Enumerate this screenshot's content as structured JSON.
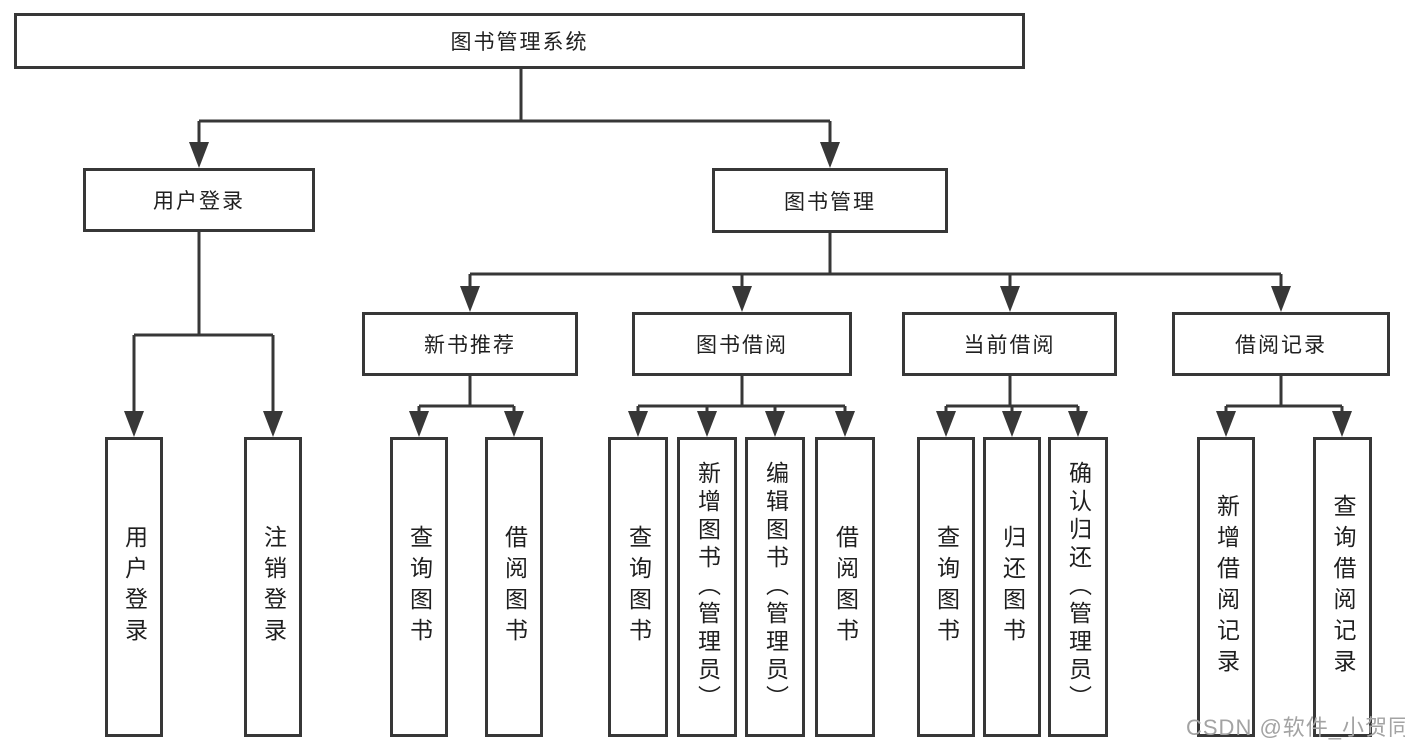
{
  "diagram_title": "图书管理系统",
  "colors": {
    "line": "#373737",
    "box_border": "#373737",
    "text": "#1f1f1f",
    "watermark": "#a3a3a3",
    "background": "#ffffff"
  },
  "nodes": [
    {
      "label": "图书管理系统"
    },
    {
      "label": "用户登录"
    },
    {
      "label": "图书管理"
    },
    {
      "label": "新书推荐"
    },
    {
      "label": "图书借阅"
    },
    {
      "label": "当前借阅"
    },
    {
      "label": "借阅记录"
    },
    {
      "label": "用户登录"
    },
    {
      "label": "注销登录"
    },
    {
      "label": "查询图书"
    },
    {
      "label": "借阅图书"
    },
    {
      "label": "查询图书"
    },
    {
      "label": "新增图书（管理员）"
    },
    {
      "label": "编辑图书（管理员）"
    },
    {
      "label": "借阅图书"
    },
    {
      "label": "查询图书"
    },
    {
      "label": "归还图书"
    },
    {
      "label": "确认归还（管理员）"
    },
    {
      "label": "新增借阅记录"
    },
    {
      "label": "查询借阅记录"
    }
  ],
  "hierarchy": {
    "图书管理系统": {
      "用户登录": [
        "用户登录",
        "注销登录"
      ],
      "图书管理": {
        "新书推荐": [
          "查询图书",
          "借阅图书"
        ],
        "图书借阅": [
          "查询图书",
          "新增图书（管理员）",
          "编辑图书（管理员）",
          "借阅图书"
        ],
        "当前借阅": [
          "查询图书",
          "归还图书",
          "确认归还（管理员）"
        ],
        "借阅记录": [
          "新增借阅记录",
          "查询借阅记录"
        ]
      }
    }
  },
  "watermark": {
    "text": "CSDN @软件_小贺同学"
  }
}
